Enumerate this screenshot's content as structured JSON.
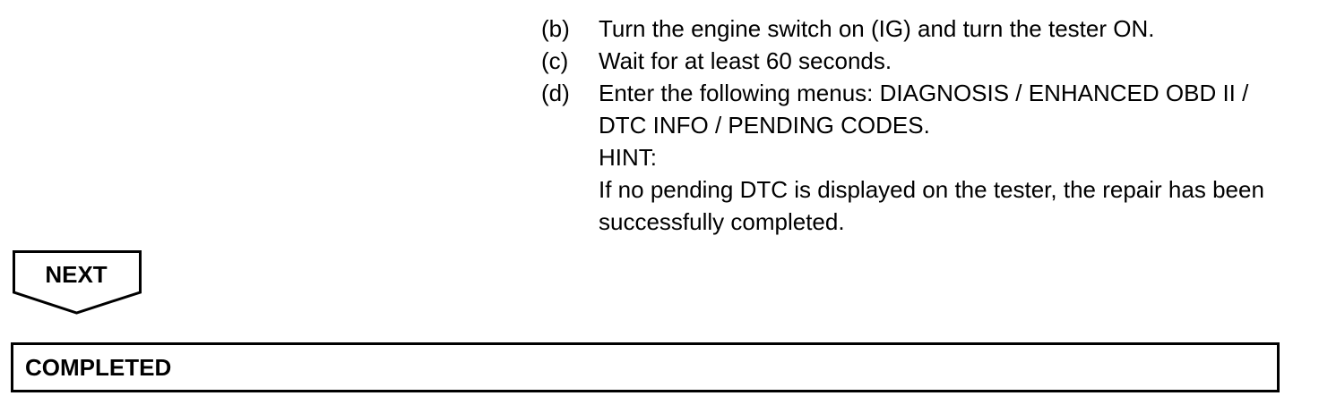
{
  "steps": [
    {
      "label": "(b)",
      "text": "Turn the engine switch on (IG) and turn the tester ON."
    },
    {
      "label": "(c)",
      "text": "Wait for at least 60 seconds."
    },
    {
      "label": "(d)",
      "text": "Enter the following menus: DIAGNOSIS / ENHANCED OBD II / DTC INFO / PENDING CODES."
    }
  ],
  "hint": {
    "label": "HINT:",
    "text": "If no pending DTC is displayed on the tester, the repair has been successfully completed."
  },
  "next_arrow": {
    "label": "NEXT"
  },
  "completed_box": {
    "label": "COMPLETED"
  }
}
